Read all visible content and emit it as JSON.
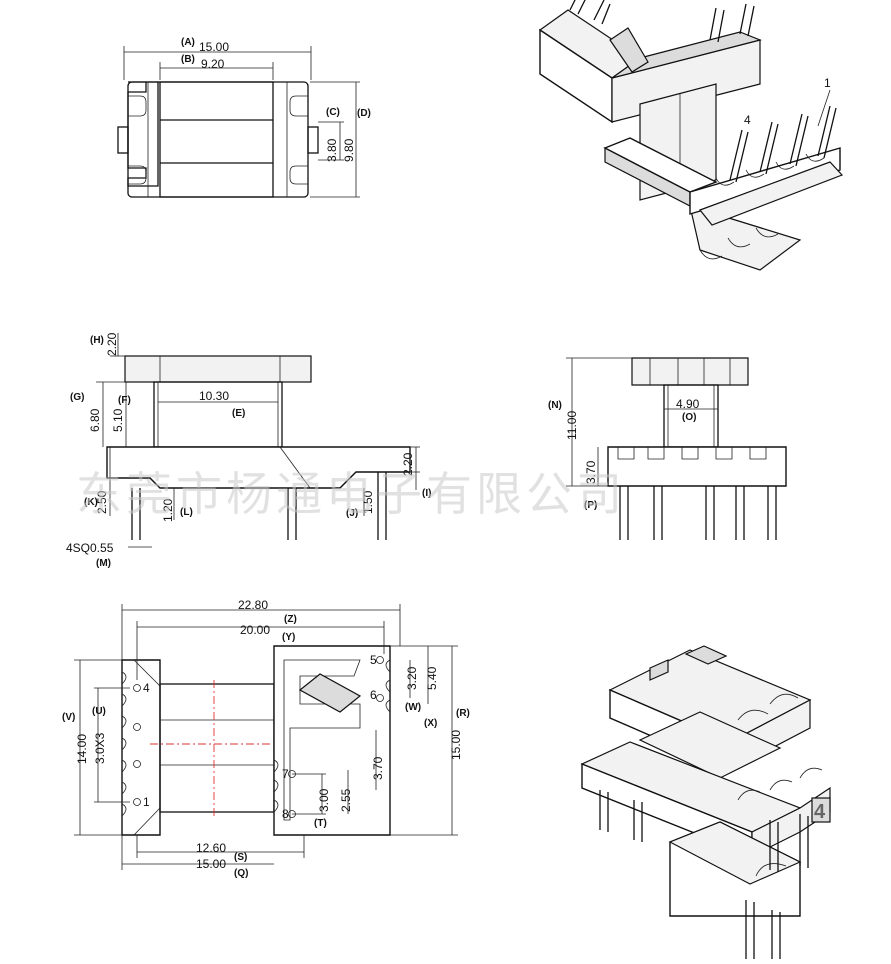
{
  "top_view": {
    "dims": [
      {
        "tag": "(A)",
        "value": "15.00"
      },
      {
        "tag": "(B)",
        "value": "9.20"
      },
      {
        "tag": "(C)",
        "value": "3.80"
      },
      {
        "tag": "(D)",
        "value": "9.80"
      }
    ]
  },
  "iso_top": {
    "pin_labels": [
      "1",
      "4"
    ]
  },
  "front_view": {
    "dims": [
      {
        "tag": "(H)",
        "value": "2.20"
      },
      {
        "tag": "(G)",
        "value": "6.80"
      },
      {
        "tag": "(F)",
        "value": "5.10"
      },
      {
        "tag": "(E)",
        "value": "10.30"
      },
      {
        "tag": "(K)",
        "value": "2.50"
      },
      {
        "tag": "(L)",
        "value": "1.20"
      },
      {
        "tag": "(J)",
        "value": "1.50"
      },
      {
        "tag": "(I)",
        "value": "2.20"
      },
      {
        "tag": "(M)",
        "value": "4SQ0.55"
      }
    ]
  },
  "side_view": {
    "dims": [
      {
        "tag": "(N)",
        "value": "11.00"
      },
      {
        "tag": "(O)",
        "value": "4.90"
      },
      {
        "tag": "(P)",
        "value": "3.70"
      }
    ]
  },
  "bottom_view": {
    "dims": [
      {
        "tag": "(Z)",
        "value": "22.80"
      },
      {
        "tag": "(Y)",
        "value": "20.00"
      },
      {
        "tag": "(V)",
        "value": "14.00"
      },
      {
        "tag": "(U)",
        "value": "3.0X3"
      },
      {
        "tag": "(W)",
        "value": "3.20"
      },
      {
        "tag": "(X)",
        "value": "5.40"
      },
      {
        "tag": "(R)",
        "value": "15.00"
      },
      {
        "tag": "",
        "value": "3.70"
      },
      {
        "tag": "(T)",
        "value": "3.00"
      },
      {
        "tag": "",
        "value": "2.55"
      },
      {
        "tag": "(S)",
        "value": "12.60"
      },
      {
        "tag": "(Q)",
        "value": "15.00"
      }
    ],
    "pin_numbers": [
      "1",
      "4",
      "5",
      "6",
      "7",
      "8"
    ]
  },
  "iso_bottom": {
    "pin_label": "4"
  },
  "watermark": "东莞市杨通电子有限公司"
}
